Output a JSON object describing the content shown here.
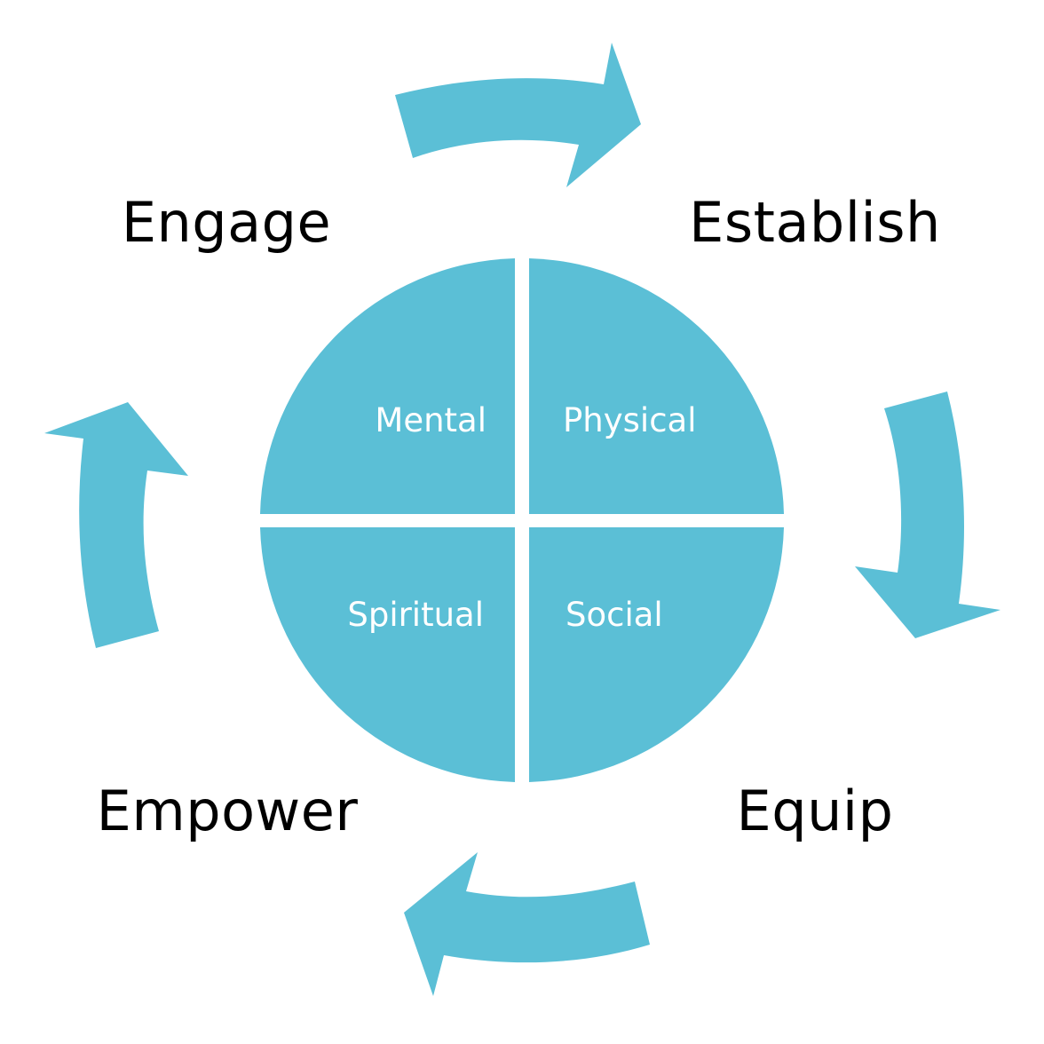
{
  "colors": {
    "accent": "#5bbfd6",
    "background": "#ffffff",
    "stage_text": "#000000",
    "quadrant_text": "#ffffff"
  },
  "stages": {
    "engage": "Engage",
    "establish": "Establish",
    "equip": "Equip",
    "empower": "Empower"
  },
  "quadrants": {
    "mental": "Mental",
    "physical": "Physical",
    "spiritual": "Spiritual",
    "social": "Social"
  },
  "arrows": [
    {
      "name": "top-arrow-icon",
      "direction": "clockwise",
      "from": "Engage",
      "to": "Establish"
    },
    {
      "name": "right-arrow-icon",
      "direction": "clockwise",
      "from": "Establish",
      "to": "Equip"
    },
    {
      "name": "bottom-arrow-icon",
      "direction": "clockwise",
      "from": "Equip",
      "to": "Empower"
    },
    {
      "name": "left-arrow-icon",
      "direction": "clockwise",
      "from": "Empower",
      "to": "Engage"
    }
  ]
}
